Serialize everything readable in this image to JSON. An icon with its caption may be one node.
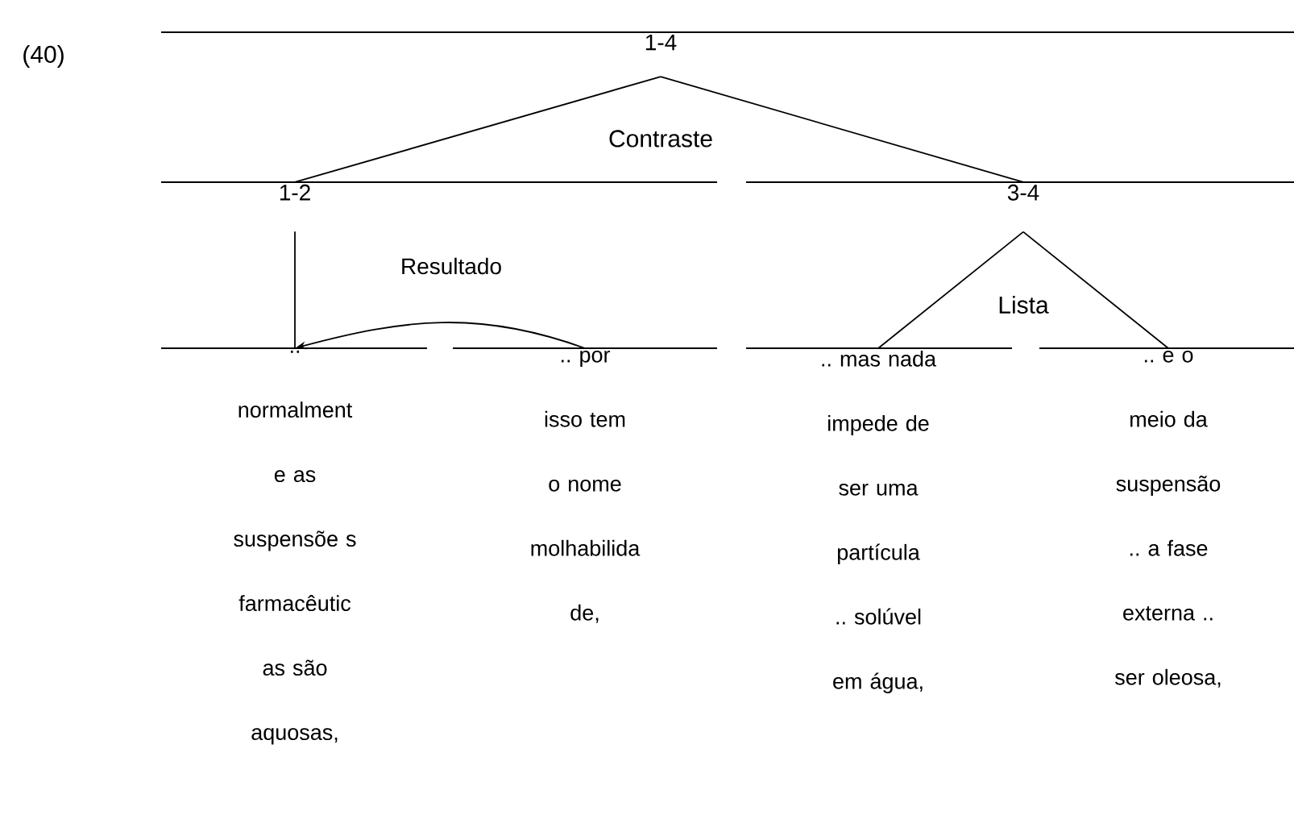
{
  "diagram": {
    "nodes": [
      {
        "text": [
          "1-4"
        ]
      },
      {
        "text": [
          "1-2"
        ]
      },
      {
        "text": [
          "3-4"
        ]
      },
      {
        "text": [
          ".. normalment e as suspensõe s farmacêutic as são aquosas,"
        ]
      },
      {
        "text": [
          ".. por isso tem o nome molhabilida de,"
        ]
      },
      {
        "text": [
          ".. mas nada impede de ser uma partícula .. solúvel em água,"
        ]
      },
      {
        "text": [
          ".. e o meio da suspensão .. a fase externa .. ser oleosa,"
        ]
      }
    ],
    "edges": [
      {
        "from": 0,
        "to": 1,
        "arrow": "none"
      },
      {
        "from": 0,
        "to": 2,
        "arrow": "none"
      },
      {
        "from": 1,
        "to": 3,
        "arrow": "none"
      },
      {
        "from": 4,
        "to": 3,
        "arrow": "to",
        "label": "Resultado"
      },
      {
        "from": 2,
        "to": 5,
        "arrow": "none"
      },
      {
        "from": 2,
        "to": 6,
        "arrow": "none"
      }
    ],
    "labels": [
      "(40)",
      "Contraste",
      "Lista"
    ]
  }
}
